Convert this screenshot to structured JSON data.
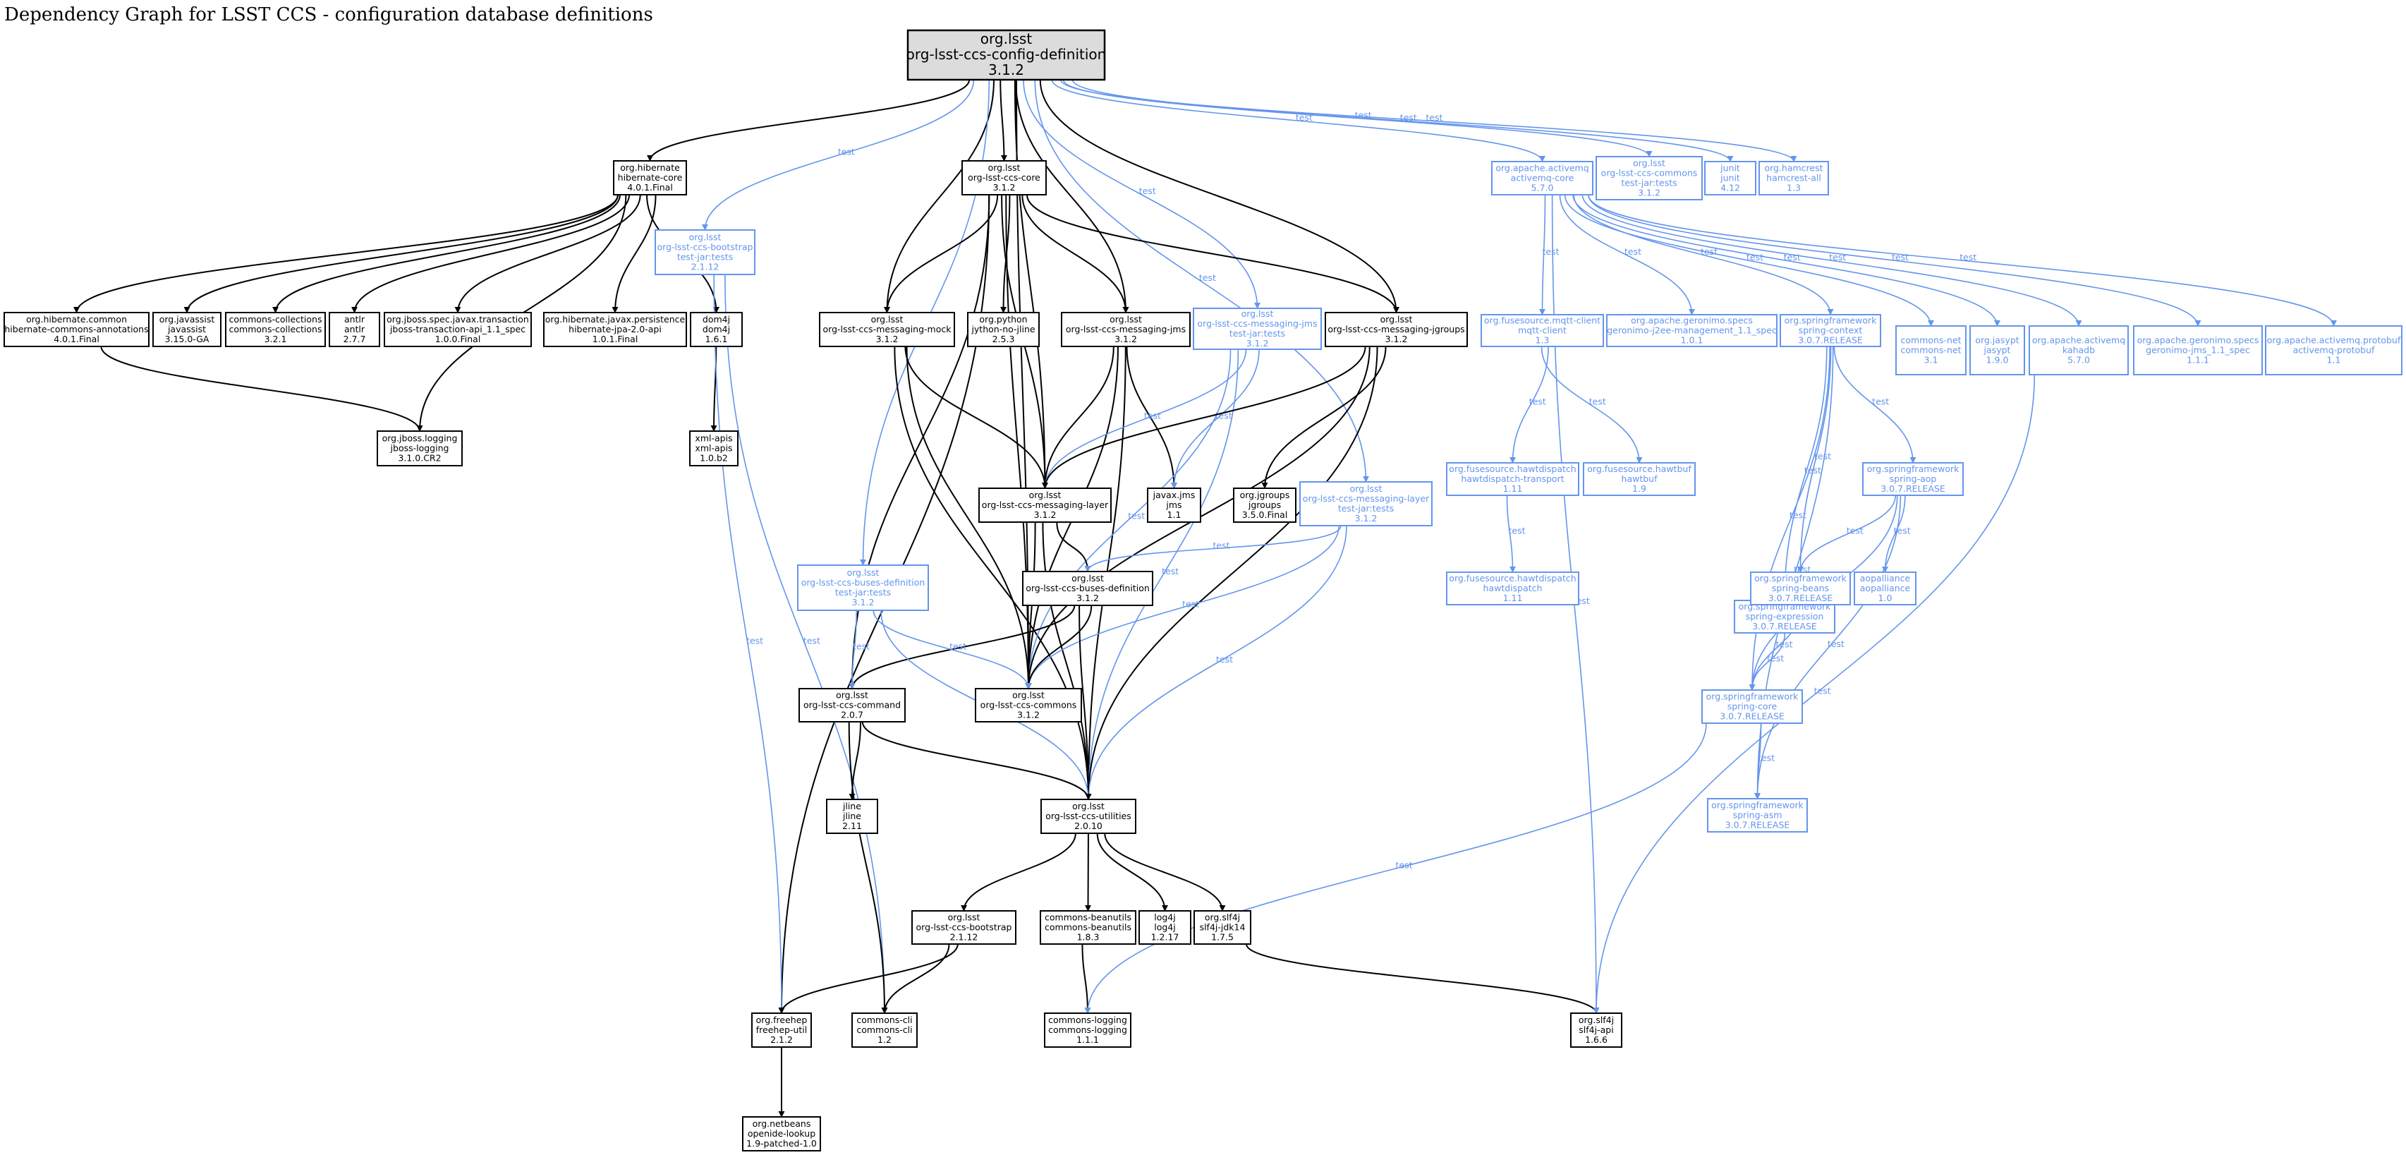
{
  "title": "Dependency Graph for LSST CCS - configuration database definitions",
  "colors": {
    "compile_edge": "#000000",
    "test_edge": "#6495ed",
    "root_fill": "#dcdcdc",
    "node_fill": "#ffffff"
  },
  "nodes": [
    {
      "id": "root",
      "lines": [
        "org.lsst",
        "org-lsst-ccs-config-definition",
        "3.1.2"
      ],
      "kind": "root"
    },
    {
      "id": "hibernate-core",
      "lines": [
        "org.hibernate",
        "hibernate-core",
        "4.0.1.Final"
      ],
      "kind": "compile"
    },
    {
      "id": "ccs-core",
      "lines": [
        "org.lsst",
        "org-lsst-ccs-core",
        "3.1.2"
      ],
      "kind": "compile"
    },
    {
      "id": "activemq-core",
      "lines": [
        "org.apache.activemq",
        "activemq-core",
        "5.7.0"
      ],
      "kind": "test"
    },
    {
      "id": "ccs-commons-test",
      "lines": [
        "org.lsst",
        "org-lsst-ccs-commons",
        "test-jar:tests",
        "3.1.2"
      ],
      "kind": "test"
    },
    {
      "id": "junit",
      "lines": [
        "junit",
        "junit",
        "4.12"
      ],
      "kind": "test"
    },
    {
      "id": "hamcrest",
      "lines": [
        "org.hamcrest",
        "hamcrest-all",
        "1.3"
      ],
      "kind": "test"
    },
    {
      "id": "bootstrap-test",
      "lines": [
        "org.lsst",
        "org-lsst-ccs-bootstrap",
        "test-jar:tests",
        "2.1.12"
      ],
      "kind": "test"
    },
    {
      "id": "hibernate-commons-annotations",
      "lines": [
        "org.hibernate.common",
        "hibernate-commons-annotations",
        "4.0.1.Final"
      ],
      "kind": "compile"
    },
    {
      "id": "javassist",
      "lines": [
        "org.javassist",
        "javassist",
        "3.15.0-GA"
      ],
      "kind": "compile"
    },
    {
      "id": "commons-collections",
      "lines": [
        "commons-collections",
        "commons-collections",
        "3.2.1"
      ],
      "kind": "compile"
    },
    {
      "id": "antlr",
      "lines": [
        "antlr",
        "antlr",
        "2.7.7"
      ],
      "kind": "compile"
    },
    {
      "id": "jboss-transaction",
      "lines": [
        "org.jboss.spec.javax.transaction",
        "jboss-transaction-api_1.1_spec",
        "1.0.0.Final"
      ],
      "kind": "compile"
    },
    {
      "id": "hibernate-jpa",
      "lines": [
        "org.hibernate.javax.persistence",
        "hibernate-jpa-2.0-api",
        "1.0.1.Final"
      ],
      "kind": "compile"
    },
    {
      "id": "dom4j",
      "lines": [
        "dom4j",
        "dom4j",
        "1.6.1"
      ],
      "kind": "compile"
    },
    {
      "id": "messaging-mock",
      "lines": [
        "org.lsst",
        "org-lsst-ccs-messaging-mock",
        "3.1.2"
      ],
      "kind": "compile"
    },
    {
      "id": "jython",
      "lines": [
        "org.python",
        "jython-no-jline",
        "2.5.3"
      ],
      "kind": "compile"
    },
    {
      "id": "messaging-jms",
      "lines": [
        "org.lsst",
        "org-lsst-ccs-messaging-jms",
        "3.1.2"
      ],
      "kind": "compile"
    },
    {
      "id": "messaging-jms-test",
      "lines": [
        "org.lsst",
        "org-lsst-ccs-messaging-jms",
        "test-jar:tests",
        "3.1.2"
      ],
      "kind": "test"
    },
    {
      "id": "messaging-jgroups",
      "lines": [
        "org.lsst",
        "org-lsst-ccs-messaging-jgroups",
        "3.1.2"
      ],
      "kind": "compile"
    },
    {
      "id": "mqtt-client",
      "lines": [
        "org.fusesource.mqtt-client",
        "mqtt-client",
        "1.3"
      ],
      "kind": "test"
    },
    {
      "id": "geronimo-j2ee",
      "lines": [
        "org.apache.geronimo.specs",
        "geronimo-j2ee-management_1.1_spec",
        "1.0.1"
      ],
      "kind": "test"
    },
    {
      "id": "spring-context",
      "lines": [
        "org.springframework",
        "spring-context",
        "3.0.7.RELEASE"
      ],
      "kind": "test"
    },
    {
      "id": "commons-net",
      "lines": [
        "commons-net",
        "commons-net",
        "3.1"
      ],
      "kind": "test"
    },
    {
      "id": "jasypt",
      "lines": [
        "org.jasypt",
        "jasypt",
        "1.9.0"
      ],
      "kind": "test"
    },
    {
      "id": "kahadb",
      "lines": [
        "org.apache.activemq",
        "kahadb",
        "5.7.0"
      ],
      "kind": "test"
    },
    {
      "id": "geronimo-jms",
      "lines": [
        "org.apache.geronimo.specs",
        "geronimo-jms_1.1_spec",
        "1.1.1"
      ],
      "kind": "test"
    },
    {
      "id": "activemq-protobuf",
      "lines": [
        "org.apache.activemq.protobuf",
        "activemq-protobuf",
        "1.1"
      ],
      "kind": "test"
    },
    {
      "id": "jboss-logging",
      "lines": [
        "org.jboss.logging",
        "jboss-logging",
        "3.1.0.CR2"
      ],
      "kind": "compile"
    },
    {
      "id": "xml-apis",
      "lines": [
        "xml-apis",
        "xml-apis",
        "1.0.b2"
      ],
      "kind": "compile"
    },
    {
      "id": "messaging-layer",
      "lines": [
        "org.lsst",
        "org-lsst-ccs-messaging-layer",
        "3.1.2"
      ],
      "kind": "compile"
    },
    {
      "id": "javax-jms",
      "lines": [
        "javax.jms",
        "jms",
        "1.1"
      ],
      "kind": "compile"
    },
    {
      "id": "jgroups",
      "lines": [
        "org.jgroups",
        "jgroups",
        "3.5.0.Final"
      ],
      "kind": "compile"
    },
    {
      "id": "messaging-layer-test",
      "lines": [
        "org.lsst",
        "org-lsst-ccs-messaging-layer",
        "test-jar:tests",
        "3.1.2"
      ],
      "kind": "test"
    },
    {
      "id": "hawtdispatch-transport",
      "lines": [
        "org.fusesource.hawtdispatch",
        "hawtdispatch-transport",
        "1.11"
      ],
      "kind": "test"
    },
    {
      "id": "hawtbuf",
      "lines": [
        "org.fusesource.hawtbuf",
        "hawtbuf",
        "1.9"
      ],
      "kind": "test"
    },
    {
      "id": "spring-aop",
      "lines": [
        "org.springframework",
        "spring-aop",
        "3.0.7.RELEASE"
      ],
      "kind": "test"
    },
    {
      "id": "spring-expression",
      "lines": [
        "org.springframework",
        "spring-expression",
        "3.0.7.RELEASE"
      ],
      "kind": "test"
    },
    {
      "id": "buses-def-test",
      "lines": [
        "org.lsst",
        "org-lsst-ccs-buses-definition",
        "test-jar:tests",
        "3.1.2"
      ],
      "kind": "test"
    },
    {
      "id": "buses-def",
      "lines": [
        "org.lsst",
        "org-lsst-ccs-buses-definition",
        "3.1.2"
      ],
      "kind": "compile"
    },
    {
      "id": "hawtdispatch",
      "lines": [
        "org.fusesource.hawtdispatch",
        "hawtdispatch",
        "1.11"
      ],
      "kind": "test"
    },
    {
      "id": "spring-beans",
      "lines": [
        "org.springframework",
        "spring-beans",
        "3.0.7.RELEASE"
      ],
      "kind": "test"
    },
    {
      "id": "aopalliance",
      "lines": [
        "aopalliance",
        "aopalliance",
        "1.0"
      ],
      "kind": "test"
    },
    {
      "id": "command",
      "lines": [
        "org.lsst",
        "org-lsst-ccs-command",
        "2.0.7"
      ],
      "kind": "compile"
    },
    {
      "id": "commons",
      "lines": [
        "org.lsst",
        "org-lsst-ccs-commons",
        "3.1.2"
      ],
      "kind": "compile"
    },
    {
      "id": "spring-core",
      "lines": [
        "org.springframework",
        "spring-core",
        "3.0.7.RELEASE"
      ],
      "kind": "test"
    },
    {
      "id": "spring-asm",
      "lines": [
        "org.springframework",
        "spring-asm",
        "3.0.7.RELEASE"
      ],
      "kind": "test"
    },
    {
      "id": "jline",
      "lines": [
        "jline",
        "jline",
        "2.11"
      ],
      "kind": "compile"
    },
    {
      "id": "utilities",
      "lines": [
        "org.lsst",
        "org-lsst-ccs-utilities",
        "2.0.10"
      ],
      "kind": "compile"
    },
    {
      "id": "bootstrap",
      "lines": [
        "org.lsst",
        "org-lsst-ccs-bootstrap",
        "2.1.12"
      ],
      "kind": "compile"
    },
    {
      "id": "beanutils",
      "lines": [
        "commons-beanutils",
        "commons-beanutils",
        "1.8.3"
      ],
      "kind": "compile"
    },
    {
      "id": "log4j",
      "lines": [
        "log4j",
        "log4j",
        "1.2.17"
      ],
      "kind": "compile"
    },
    {
      "id": "slf4j-jdk14",
      "lines": [
        "org.slf4j",
        "slf4j-jdk14",
        "1.7.5"
      ],
      "kind": "compile"
    },
    {
      "id": "freehep",
      "lines": [
        "org.freehep",
        "freehep-util",
        "2.1.2"
      ],
      "kind": "compile"
    },
    {
      "id": "commons-cli",
      "lines": [
        "commons-cli",
        "commons-cli",
        "1.2"
      ],
      "kind": "compile"
    },
    {
      "id": "commons-logging",
      "lines": [
        "commons-logging",
        "commons-logging",
        "1.1.1"
      ],
      "kind": "compile"
    },
    {
      "id": "slf4j-api",
      "lines": [
        "org.slf4j",
        "slf4j-api",
        "1.6.6"
      ],
      "kind": "compile"
    },
    {
      "id": "netbeans",
      "lines": [
        "org.netbeans",
        "openide-lookup",
        "1.9-patched-1.0"
      ],
      "kind": "compile"
    }
  ],
  "edges": [
    {
      "from": "root",
      "to": "hibernate-core",
      "label": ""
    },
    {
      "from": "root",
      "to": "ccs-core",
      "label": ""
    },
    {
      "from": "root",
      "to": "messaging-mock",
      "label": ""
    },
    {
      "from": "root",
      "to": "messaging-jms",
      "label": ""
    },
    {
      "from": "root",
      "to": "messaging-jgroups",
      "label": ""
    },
    {
      "from": "root",
      "to": "messaging-layer",
      "label": ""
    },
    {
      "from": "root",
      "to": "commons",
      "label": ""
    },
    {
      "from": "root",
      "to": "bootstrap-test",
      "label": "test"
    },
    {
      "from": "root",
      "to": "buses-def-test",
      "label": "test"
    },
    {
      "from": "root",
      "to": "messaging-jms-test",
      "label": "test"
    },
    {
      "from": "root",
      "to": "messaging-layer-test",
      "label": "test"
    },
    {
      "from": "root",
      "to": "activemq-core",
      "label": "test"
    },
    {
      "from": "root",
      "to": "ccs-commons-test",
      "label": "test"
    },
    {
      "from": "root",
      "to": "junit",
      "label": "test"
    },
    {
      "from": "root",
      "to": "hamcrest",
      "label": "test"
    },
    {
      "from": "hibernate-core",
      "to": "hibernate-commons-annotations",
      "label": ""
    },
    {
      "from": "hibernate-core",
      "to": "javassist",
      "label": ""
    },
    {
      "from": "hibernate-core",
      "to": "commons-collections",
      "label": ""
    },
    {
      "from": "hibernate-core",
      "to": "antlr",
      "label": ""
    },
    {
      "from": "hibernate-core",
      "to": "jboss-transaction",
      "label": ""
    },
    {
      "from": "hibernate-core",
      "to": "hibernate-jpa",
      "label": ""
    },
    {
      "from": "hibernate-core",
      "to": "dom4j",
      "label": ""
    },
    {
      "from": "hibernate-core",
      "to": "jboss-logging",
      "label": ""
    },
    {
      "from": "hibernate-commons-annotations",
      "to": "jboss-logging",
      "label": ""
    },
    {
      "from": "dom4j",
      "to": "xml-apis",
      "label": ""
    },
    {
      "from": "ccs-core",
      "to": "messaging-mock",
      "label": ""
    },
    {
      "from": "ccs-core",
      "to": "jython",
      "label": ""
    },
    {
      "from": "ccs-core",
      "to": "messaging-jms",
      "label": ""
    },
    {
      "from": "ccs-core",
      "to": "messaging-jgroups",
      "label": ""
    },
    {
      "from": "ccs-core",
      "to": "messaging-layer",
      "label": ""
    },
    {
      "from": "ccs-core",
      "to": "command",
      "label": ""
    },
    {
      "from": "ccs-core",
      "to": "commons",
      "label": ""
    },
    {
      "from": "ccs-core",
      "to": "freehep",
      "label": ""
    },
    {
      "from": "messaging-mock",
      "to": "messaging-layer",
      "label": ""
    },
    {
      "from": "messaging-mock",
      "to": "commons",
      "label": ""
    },
    {
      "from": "messaging-mock",
      "to": "utilities",
      "label": ""
    },
    {
      "from": "messaging-jms",
      "to": "messaging-layer",
      "label": ""
    },
    {
      "from": "messaging-jms",
      "to": "javax-jms",
      "label": ""
    },
    {
      "from": "messaging-jms",
      "to": "commons",
      "label": ""
    },
    {
      "from": "messaging-jms",
      "to": "utilities",
      "label": ""
    },
    {
      "from": "messaging-jms-test",
      "to": "messaging-layer",
      "label": "test"
    },
    {
      "from": "messaging-jms-test",
      "to": "javax-jms",
      "label": "test"
    },
    {
      "from": "messaging-jms-test",
      "to": "commons",
      "label": "test"
    },
    {
      "from": "messaging-jms-test",
      "to": "utilities",
      "label": "test"
    },
    {
      "from": "messaging-jgroups",
      "to": "messaging-layer",
      "label": ""
    },
    {
      "from": "messaging-jgroups",
      "to": "jgroups",
      "label": ""
    },
    {
      "from": "messaging-jgroups",
      "to": "commons",
      "label": ""
    },
    {
      "from": "messaging-jgroups",
      "to": "utilities",
      "label": ""
    },
    {
      "from": "messaging-layer",
      "to": "buses-def",
      "label": ""
    },
    {
      "from": "messaging-layer",
      "to": "commons",
      "label": ""
    },
    {
      "from": "messaging-layer",
      "to": "utilities",
      "label": ""
    },
    {
      "from": "messaging-layer-test",
      "to": "buses-def",
      "label": "test"
    },
    {
      "from": "messaging-layer-test",
      "to": "commons",
      "label": "test"
    },
    {
      "from": "messaging-layer-test",
      "to": "utilities",
      "label": "test"
    },
    {
      "from": "buses-def",
      "to": "command",
      "label": ""
    },
    {
      "from": "buses-def",
      "to": "commons",
      "label": ""
    },
    {
      "from": "buses-def",
      "to": "utilities",
      "label": ""
    },
    {
      "from": "buses-def-test",
      "to": "command",
      "label": "test"
    },
    {
      "from": "buses-def-test",
      "to": "commons",
      "label": "test"
    },
    {
      "from": "buses-def-test",
      "to": "utilities",
      "label": "test"
    },
    {
      "from": "bootstrap-test",
      "to": "freehep",
      "label": "test"
    },
    {
      "from": "bootstrap-test",
      "to": "commons-cli",
      "label": "test"
    },
    {
      "from": "command",
      "to": "jline",
      "label": ""
    },
    {
      "from": "command",
      "to": "utilities",
      "label": ""
    },
    {
      "from": "command",
      "to": "commons-cli",
      "label": ""
    },
    {
      "from": "utilities",
      "to": "bootstrap",
      "label": ""
    },
    {
      "from": "utilities",
      "to": "beanutils",
      "label": ""
    },
    {
      "from": "utilities",
      "to": "log4j",
      "label": ""
    },
    {
      "from": "utilities",
      "to": "slf4j-jdk14",
      "label": ""
    },
    {
      "from": "bootstrap",
      "to": "freehep",
      "label": ""
    },
    {
      "from": "bootstrap",
      "to": "commons-cli",
      "label": ""
    },
    {
      "from": "beanutils",
      "to": "commons-logging",
      "label": ""
    },
    {
      "from": "slf4j-jdk14",
      "to": "slf4j-api",
      "label": ""
    },
    {
      "from": "freehep",
      "to": "netbeans",
      "label": ""
    },
    {
      "from": "activemq-core",
      "to": "mqtt-client",
      "label": "test"
    },
    {
      "from": "activemq-core",
      "to": "geronimo-j2ee",
      "label": "test"
    },
    {
      "from": "activemq-core",
      "to": "spring-context",
      "label": "test"
    },
    {
      "from": "activemq-core",
      "to": "commons-net",
      "label": "test"
    },
    {
      "from": "activemq-core",
      "to": "jasypt",
      "label": "test"
    },
    {
      "from": "activemq-core",
      "to": "kahadb",
      "label": "test"
    },
    {
      "from": "activemq-core",
      "to": "geronimo-jms",
      "label": "test"
    },
    {
      "from": "activemq-core",
      "to": "activemq-protobuf",
      "label": "test"
    },
    {
      "from": "activemq-core",
      "to": "slf4j-api",
      "label": "test"
    },
    {
      "from": "mqtt-client",
      "to": "hawtdispatch-transport",
      "label": "test"
    },
    {
      "from": "mqtt-client",
      "to": "hawtbuf",
      "label": "test"
    },
    {
      "from": "hawtdispatch-transport",
      "to": "hawtdispatch",
      "label": "test"
    },
    {
      "from": "spring-context",
      "to": "spring-aop",
      "label": "test"
    },
    {
      "from": "spring-context",
      "to": "spring-expression",
      "label": "test"
    },
    {
      "from": "spring-context",
      "to": "spring-beans",
      "label": "test"
    },
    {
      "from": "spring-context",
      "to": "spring-core",
      "label": "test"
    },
    {
      "from": "spring-context",
      "to": "spring-asm",
      "label": "test"
    },
    {
      "from": "spring-aop",
      "to": "spring-beans",
      "label": "test"
    },
    {
      "from": "spring-aop",
      "to": "aopalliance",
      "label": "test"
    },
    {
      "from": "spring-aop",
      "to": "spring-core",
      "label": "test"
    },
    {
      "from": "spring-aop",
      "to": "spring-asm",
      "label": "test"
    },
    {
      "from": "spring-expression",
      "to": "spring-core",
      "label": "test"
    },
    {
      "from": "spring-beans",
      "to": "spring-core",
      "label": "test"
    },
    {
      "from": "spring-core",
      "to": "spring-asm",
      "label": "test"
    },
    {
      "from": "spring-core",
      "to": "commons-logging",
      "label": "test"
    },
    {
      "from": "kahadb",
      "to": "slf4j-api",
      "label": "test"
    }
  ]
}
